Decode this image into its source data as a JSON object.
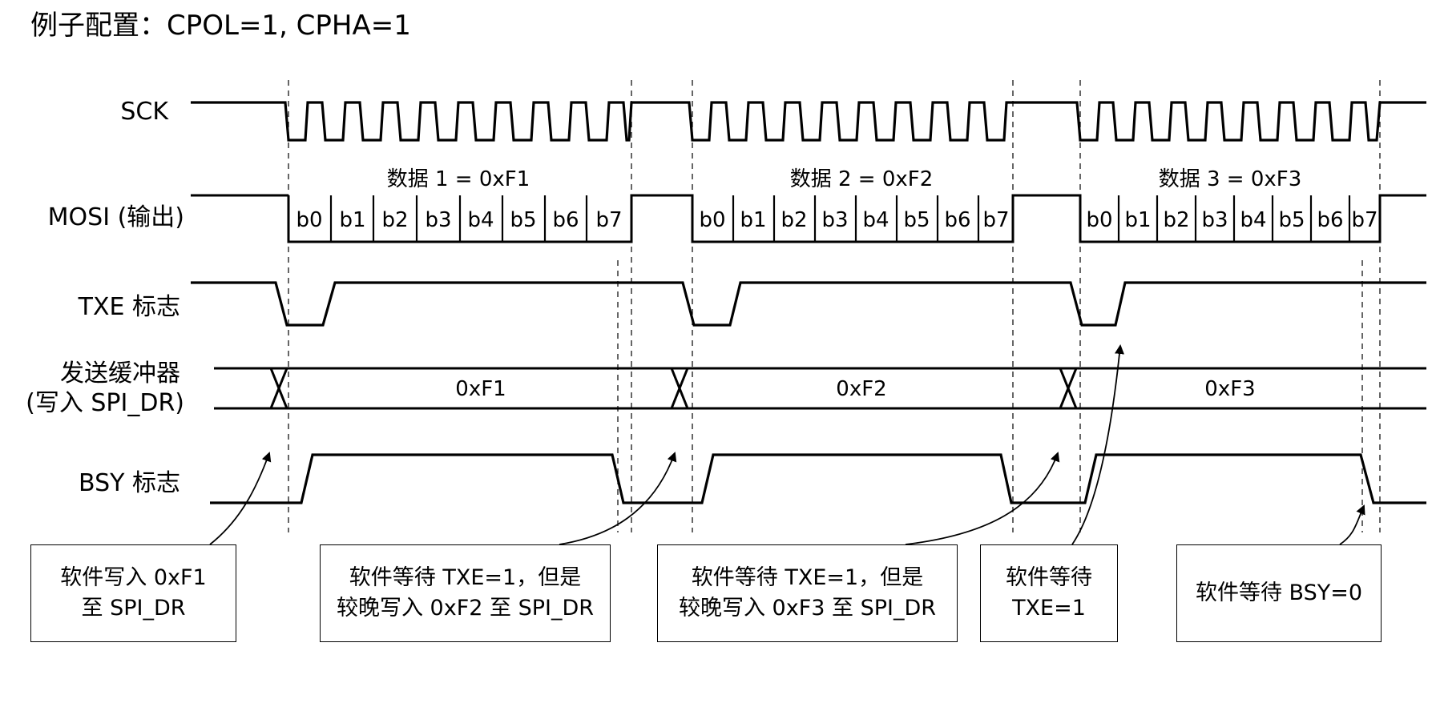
{
  "title": "例子配置：CPOL=1, CPHA=1",
  "signals": {
    "sck": "SCK",
    "mosi": "MOSI (输出)",
    "txe": "TXE 标志",
    "buffer_line1": "发送缓冲器",
    "buffer_line2": "(写入 SPI_DR)",
    "bsy": "BSY 标志"
  },
  "frames": [
    {
      "header": "数据 1 = 0xF1",
      "buffer_value": "0xF1",
      "bits": [
        "b0",
        "b1",
        "b2",
        "b3",
        "b4",
        "b5",
        "b6",
        "b7"
      ]
    },
    {
      "header": "数据 2 = 0xF2",
      "buffer_value": "0xF2",
      "bits": [
        "b0",
        "b1",
        "b2",
        "b3",
        "b4",
        "b5",
        "b6",
        "b7"
      ]
    },
    {
      "header": "数据 3 = 0xF3",
      "buffer_value": "0xF3",
      "bits": [
        "b0",
        "b1",
        "b2",
        "b3",
        "b4",
        "b5",
        "b6",
        "b7"
      ]
    }
  ],
  "notes": [
    {
      "line1": "软件写入 0xF1",
      "line2": "至 SPI_DR"
    },
    {
      "line1": "软件等待 TXE=1，但是",
      "line2": "较晚写入 0xF2 至 SPI_DR"
    },
    {
      "line1": "软件等待 TXE=1，但是",
      "line2": "较晚写入 0xF3 至 SPI_DR"
    },
    {
      "line1": "软件等待",
      "line2": "TXE=1"
    },
    {
      "line1": "软件等待 BSY=0",
      "line2": ""
    }
  ]
}
